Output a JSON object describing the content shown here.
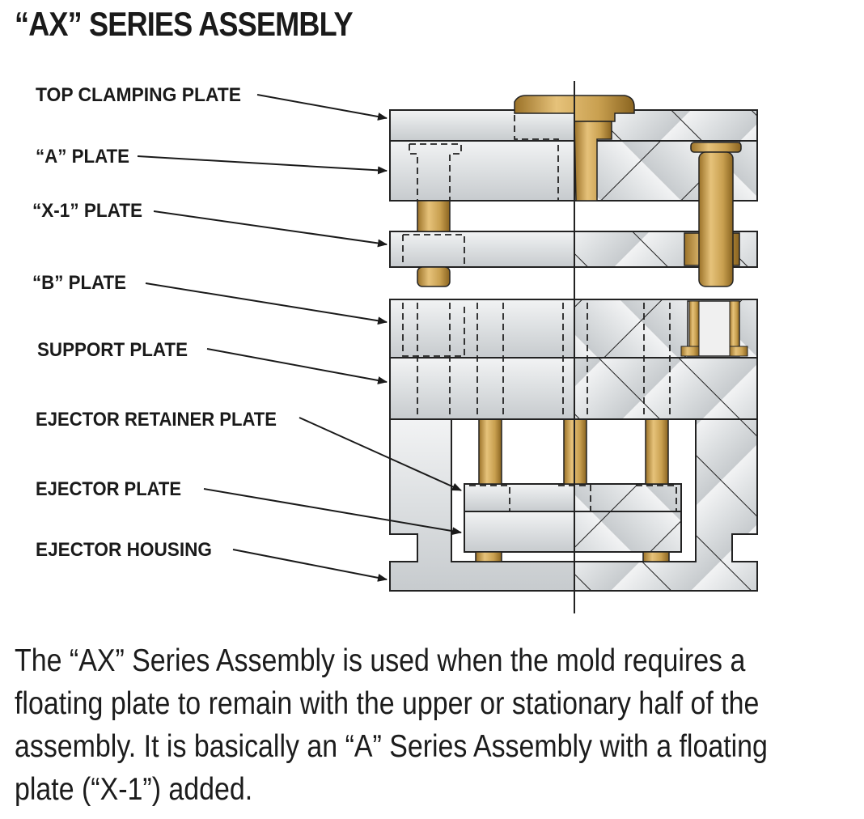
{
  "title": "“AX” SERIES ASSEMBLY",
  "labels": [
    "TOP CLAMPING PLATE",
    "“A” PLATE",
    "“X-1” PLATE",
    "“B” PLATE",
    "SUPPORT PLATE",
    "EJECTOR RETAINER PLATE",
    "EJECTOR PLATE",
    "EJECTOR HOUSING"
  ],
  "description": "The “AX” Series Assembly is used when the mold requires a floating plate to remain with the upper or stationary half of the assembly. It is basically an “A” Series Assembly with a floating plate (“X-1”) added.",
  "colors": {
    "plate_fill": "#dfe2e4",
    "plate_stroke": "#222222",
    "brass": "#c9a050",
    "brass_dark": "#8a6420",
    "text": "#1a1a1a"
  }
}
